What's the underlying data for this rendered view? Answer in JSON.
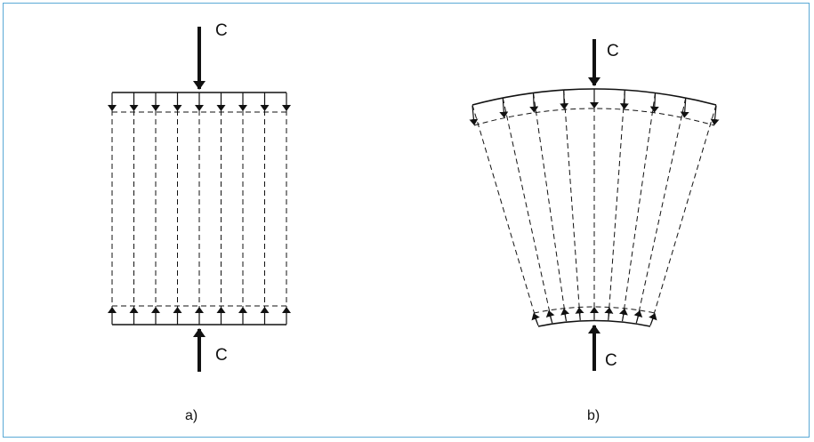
{
  "figure": {
    "border_color": "#5aa9d6",
    "panels": [
      {
        "id": "a",
        "caption": "a)",
        "force_top": "C",
        "force_bottom": "C"
      },
      {
        "id": "b",
        "caption": "b)",
        "force_top": "C",
        "force_bottom": "C"
      }
    ]
  }
}
